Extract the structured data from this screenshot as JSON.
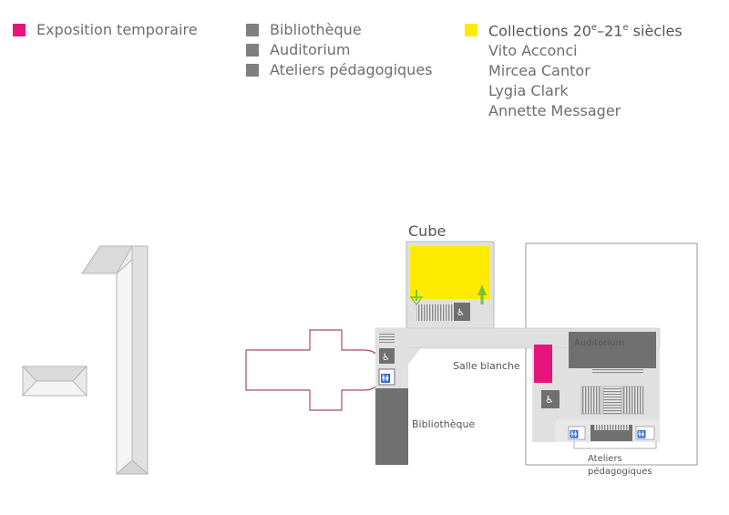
{
  "colors": {
    "pink": "#e6147d",
    "yellow": "#ffeb00",
    "gray_dark": "#707070",
    "gray_light": "#e0e0e0",
    "outline": "#9a9a9a",
    "green": "#7cc03a",
    "plum": "#a94a6e"
  },
  "legend": {
    "temporary": {
      "label": "Exposition temporaire",
      "color": "#e6147d"
    },
    "services": {
      "color": "#808080",
      "items": [
        "Bibliothèque",
        "Auditorium",
        "Ateliers pédagogiques"
      ]
    },
    "collections": {
      "color": "#ffeb00",
      "title_main": "Collections 20",
      "title_sup1": "e",
      "title_mid": "–21",
      "title_sup2": "e",
      "title_end": " siècles",
      "artists": [
        "Vito Acconci",
        "Mircea Cantor",
        "Lygia Clark",
        "Annette Messager"
      ]
    }
  },
  "floor": {
    "label": "-1"
  },
  "rooms": {
    "cube": "Cube",
    "auditorium": "Auditorium",
    "salle_blanche": "Salle blanche",
    "bibliotheque": "Bibliothèque",
    "ateliers_line1": "Ateliers",
    "ateliers_line2": "pédagogiques"
  },
  "icons": [
    "elevator-icon",
    "accessibility-icon",
    "toilets-icon",
    "arrow-up-icon",
    "arrow-down-icon"
  ]
}
